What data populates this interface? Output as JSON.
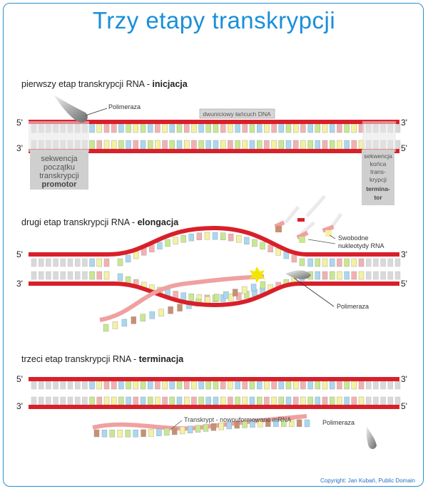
{
  "title": "Trzy etapy transkrypcji",
  "stage1": {
    "prefix": "pierwszy etap transkrypcji RNA - ",
    "bold": "inicjacja"
  },
  "stage2": {
    "prefix": "drugi etap transkrypcji RNA - ",
    "bold": "elongacja"
  },
  "stage3": {
    "prefix": "trzeci etap transkrypcji RNA - ",
    "bold": "terminacja"
  },
  "labels": {
    "polimeraza": "Polimeraza",
    "dna": "dwuniciowy łańcuch DNA",
    "promotor_l1": "sekwencja",
    "promotor_l2": "początku",
    "promotor_l3": "transkrypcji",
    "promotor_l4": "promotor",
    "term_l1": "sekwencja",
    "term_l2": "końca",
    "term_l3": "trans-",
    "term_l4": "krypcji",
    "term_l5": "termina-",
    "term_l6": "tor",
    "free_l1": "Swobodne",
    "free_l2": "nukleotydy RNA",
    "transcript": "Transkrypt - nowouformowane mRNA",
    "prime5": "5'",
    "prime3": "3'"
  },
  "copyright": "Copyright: Jan Kubań, Public Domain",
  "colors": {
    "dna": "#d8202a",
    "rna": "#f0a0a0",
    "A": "#f4f2a0",
    "T": "#f4b0b0",
    "G": "#a8d8f0",
    "C": "#c8e890",
    "U": "#c89070",
    "grey": "#cccccc",
    "title": "#1a8fd8"
  },
  "sequence": [
    "A",
    "T",
    "G",
    "C",
    "A",
    "G",
    "T",
    "C",
    "G",
    "A",
    "T",
    "T",
    "G",
    "C",
    "A",
    "C",
    "G",
    "T",
    "A",
    "G",
    "C",
    "T",
    "A",
    "G",
    "C",
    "C",
    "T",
    "A",
    "G",
    "T",
    "C",
    "G",
    "A",
    "T",
    "G",
    "C",
    "A",
    "T",
    "G",
    "C",
    "A",
    "G",
    "T",
    "C",
    "A",
    "T",
    "G",
    "C",
    "C",
    "A",
    "T"
  ]
}
